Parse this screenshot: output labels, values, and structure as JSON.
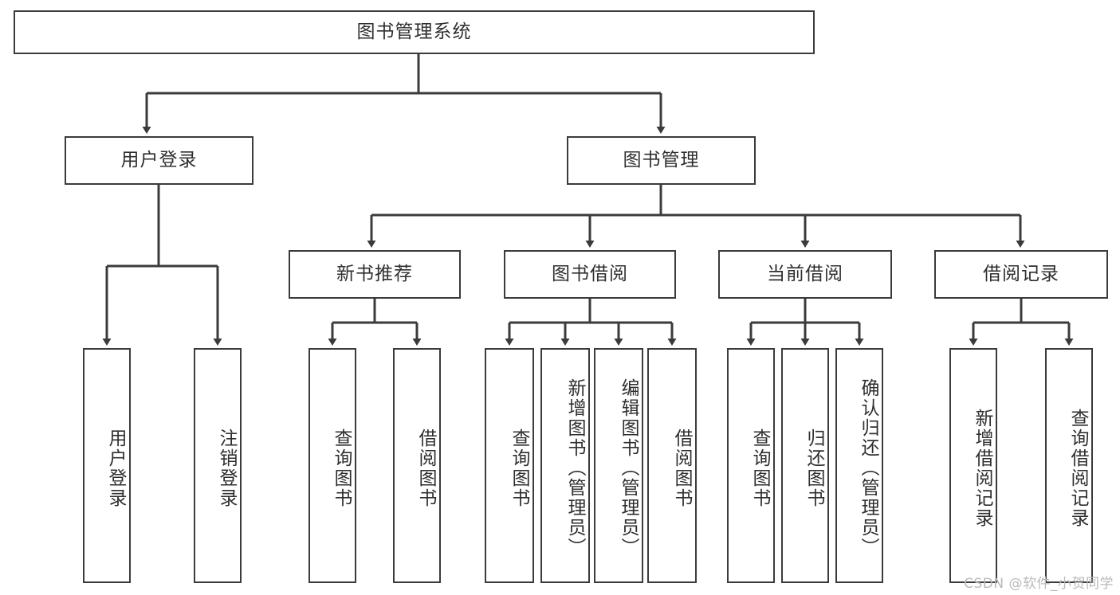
{
  "diagram": {
    "title": "图书管理系统",
    "type": "hierarchy-tree",
    "watermark": "CSDN @软件_小贺同学",
    "colors": {
      "stroke": "#3b3b3b",
      "fill": "#ffffff",
      "text": "#2f2f2f",
      "watermark": "#b9b9b9"
    },
    "root": {
      "label": "图书管理系统"
    },
    "level2": [
      {
        "label": "用户登录"
      },
      {
        "label": "图书管理"
      }
    ],
    "level3": [
      {
        "label": "新书推荐"
      },
      {
        "label": "图书借阅"
      },
      {
        "label": "当前借阅"
      },
      {
        "label": "借阅记录"
      }
    ],
    "leaves": {
      "user_login": [
        {
          "label": "用户登录"
        },
        {
          "label": "注销登录"
        }
      ],
      "new_book": [
        {
          "label": "查询图书"
        },
        {
          "label": "借阅图书"
        }
      ],
      "borrow_book": [
        {
          "label": "查询图书"
        },
        {
          "label": "新增图书（管理员）"
        },
        {
          "label": "编辑图书（管理员）"
        },
        {
          "label": "借阅图书"
        }
      ],
      "current_borrow": [
        {
          "label": "查询图书"
        },
        {
          "label": "归还图书"
        },
        {
          "label": "确认归还（管理员）"
        }
      ],
      "borrow_record": [
        {
          "label": "新增借阅记录"
        },
        {
          "label": "查询借阅记录"
        }
      ]
    }
  }
}
